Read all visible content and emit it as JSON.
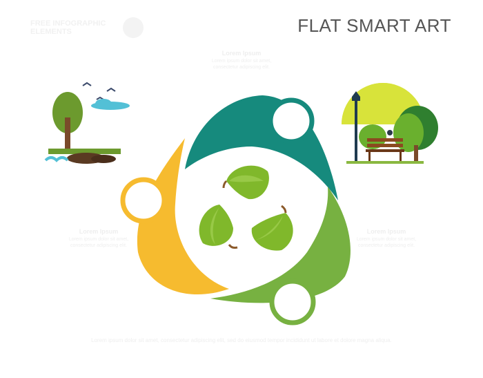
{
  "page": {
    "title": "FLAT SMART ART",
    "brand_text": "FREE INFOGRAPHIC ELEMENTS"
  },
  "sections": {
    "top": {
      "heading": "Lorem Ipsum",
      "body": "Lorem ipsum dolor sit amet, consectetur adipiscing elit."
    },
    "left": {
      "heading": "Lorem Ipsum",
      "body": "Lorem ipsum dolor sit amet, consectetur adipiscing elit."
    },
    "right": {
      "heading": "Lorem Ipsum",
      "body": "Lorem ipsum dolor sit amet, consectetur adipiscing elit."
    }
  },
  "footer": {
    "text": "Lorem ipsum dolor sit amet, consectetur adipiscing elit, sed do eiusmod tempor incididunt ut labore et dolore magna aliqua."
  },
  "colors": {
    "teal": "#168a7d",
    "yellow": "#f6bb2f",
    "green": "#77b141",
    "leaf": "#80b82b",
    "leaf_light": "#a8d45a",
    "sun": "#d8e33a",
    "tree_dark": "#2f7f2f",
    "sky_blue": "#53c0d6"
  },
  "icons": {
    "center": "recycle-leaves-icon",
    "left_illustration": "island-tree-illustration",
    "right_illustration": "park-bench-illustration"
  }
}
